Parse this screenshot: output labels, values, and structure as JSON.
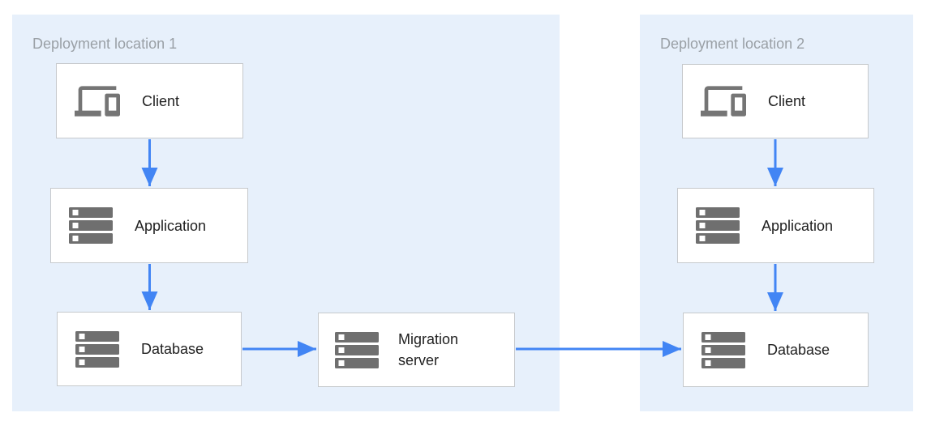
{
  "diagram": {
    "regions": [
      {
        "label": "Deployment location 1",
        "nodes": [
          {
            "id": "client-1",
            "label": "Client",
            "icon": "devices-icon"
          },
          {
            "id": "application-1",
            "label": "Application",
            "icon": "server-icon"
          },
          {
            "id": "database-1",
            "label": "Database",
            "icon": "server-icon"
          },
          {
            "id": "migration-server",
            "label": "Migration server",
            "icon": "server-icon"
          }
        ]
      },
      {
        "label": "Deployment location 2",
        "nodes": [
          {
            "id": "client-2",
            "label": "Client",
            "icon": "devices-icon"
          },
          {
            "id": "application-2",
            "label": "Application",
            "icon": "server-icon"
          },
          {
            "id": "database-2",
            "label": "Database",
            "icon": "server-icon"
          }
        ]
      }
    ],
    "edges": [
      {
        "from": "client-1",
        "to": "application-1"
      },
      {
        "from": "application-1",
        "to": "database-1"
      },
      {
        "from": "database-1",
        "to": "migration-server"
      },
      {
        "from": "migration-server",
        "to": "database-2"
      },
      {
        "from": "client-2",
        "to": "application-2"
      },
      {
        "from": "application-2",
        "to": "database-2"
      }
    ],
    "colors": {
      "region_fill": "#E7F0FB",
      "arrow_blue": "#4285F4",
      "node_border": "#C6C9CC",
      "icon_gray": "#757575",
      "region_label_gray": "#9AA0A6",
      "node_label": "#212121"
    }
  }
}
